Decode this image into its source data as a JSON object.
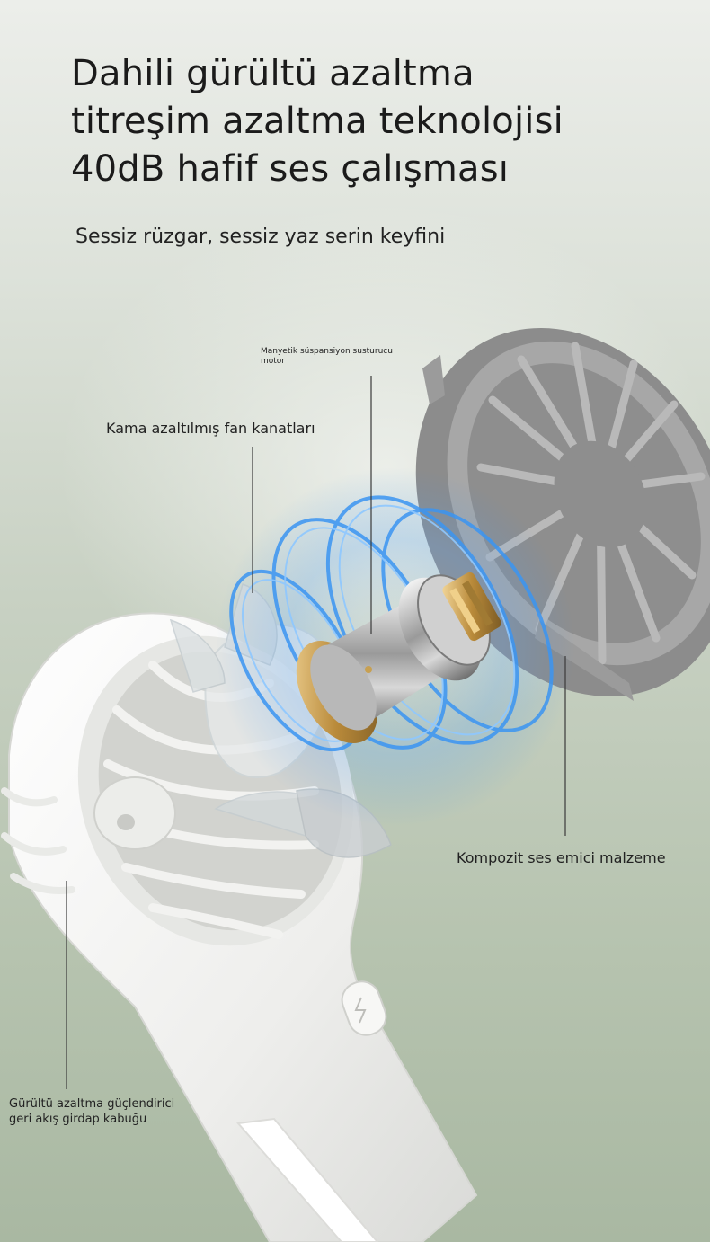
{
  "headline": {
    "lines": [
      "Dahili gürültü azaltma",
      "titreşim azaltma teknolojisi",
      "40dB hafif ses çalışması"
    ]
  },
  "subheadline": "Sessiz rüzgar, sessiz yaz serin keyfini",
  "callouts": {
    "motor": {
      "line1": "Manyetik süspansiyon susturucu",
      "line2": "motor"
    },
    "blades": "Kama azaltılmış fan kanatları",
    "material": "Kompozit ses emici malzeme",
    "shell": {
      "line1": "Gürültü azaltma güçlendirici",
      "line2": "geri akış girdap kabuğu"
    }
  },
  "colors": {
    "background_top": "#eceeea",
    "background_bottom": "#a9b8a2",
    "fan_body": "#f4f4f2",
    "grille_cover": "#8a8a8a",
    "glow_blue": "#2e8cf0",
    "motor_gold": "#c9a15a"
  },
  "icons": [
    "power-button-icon"
  ]
}
